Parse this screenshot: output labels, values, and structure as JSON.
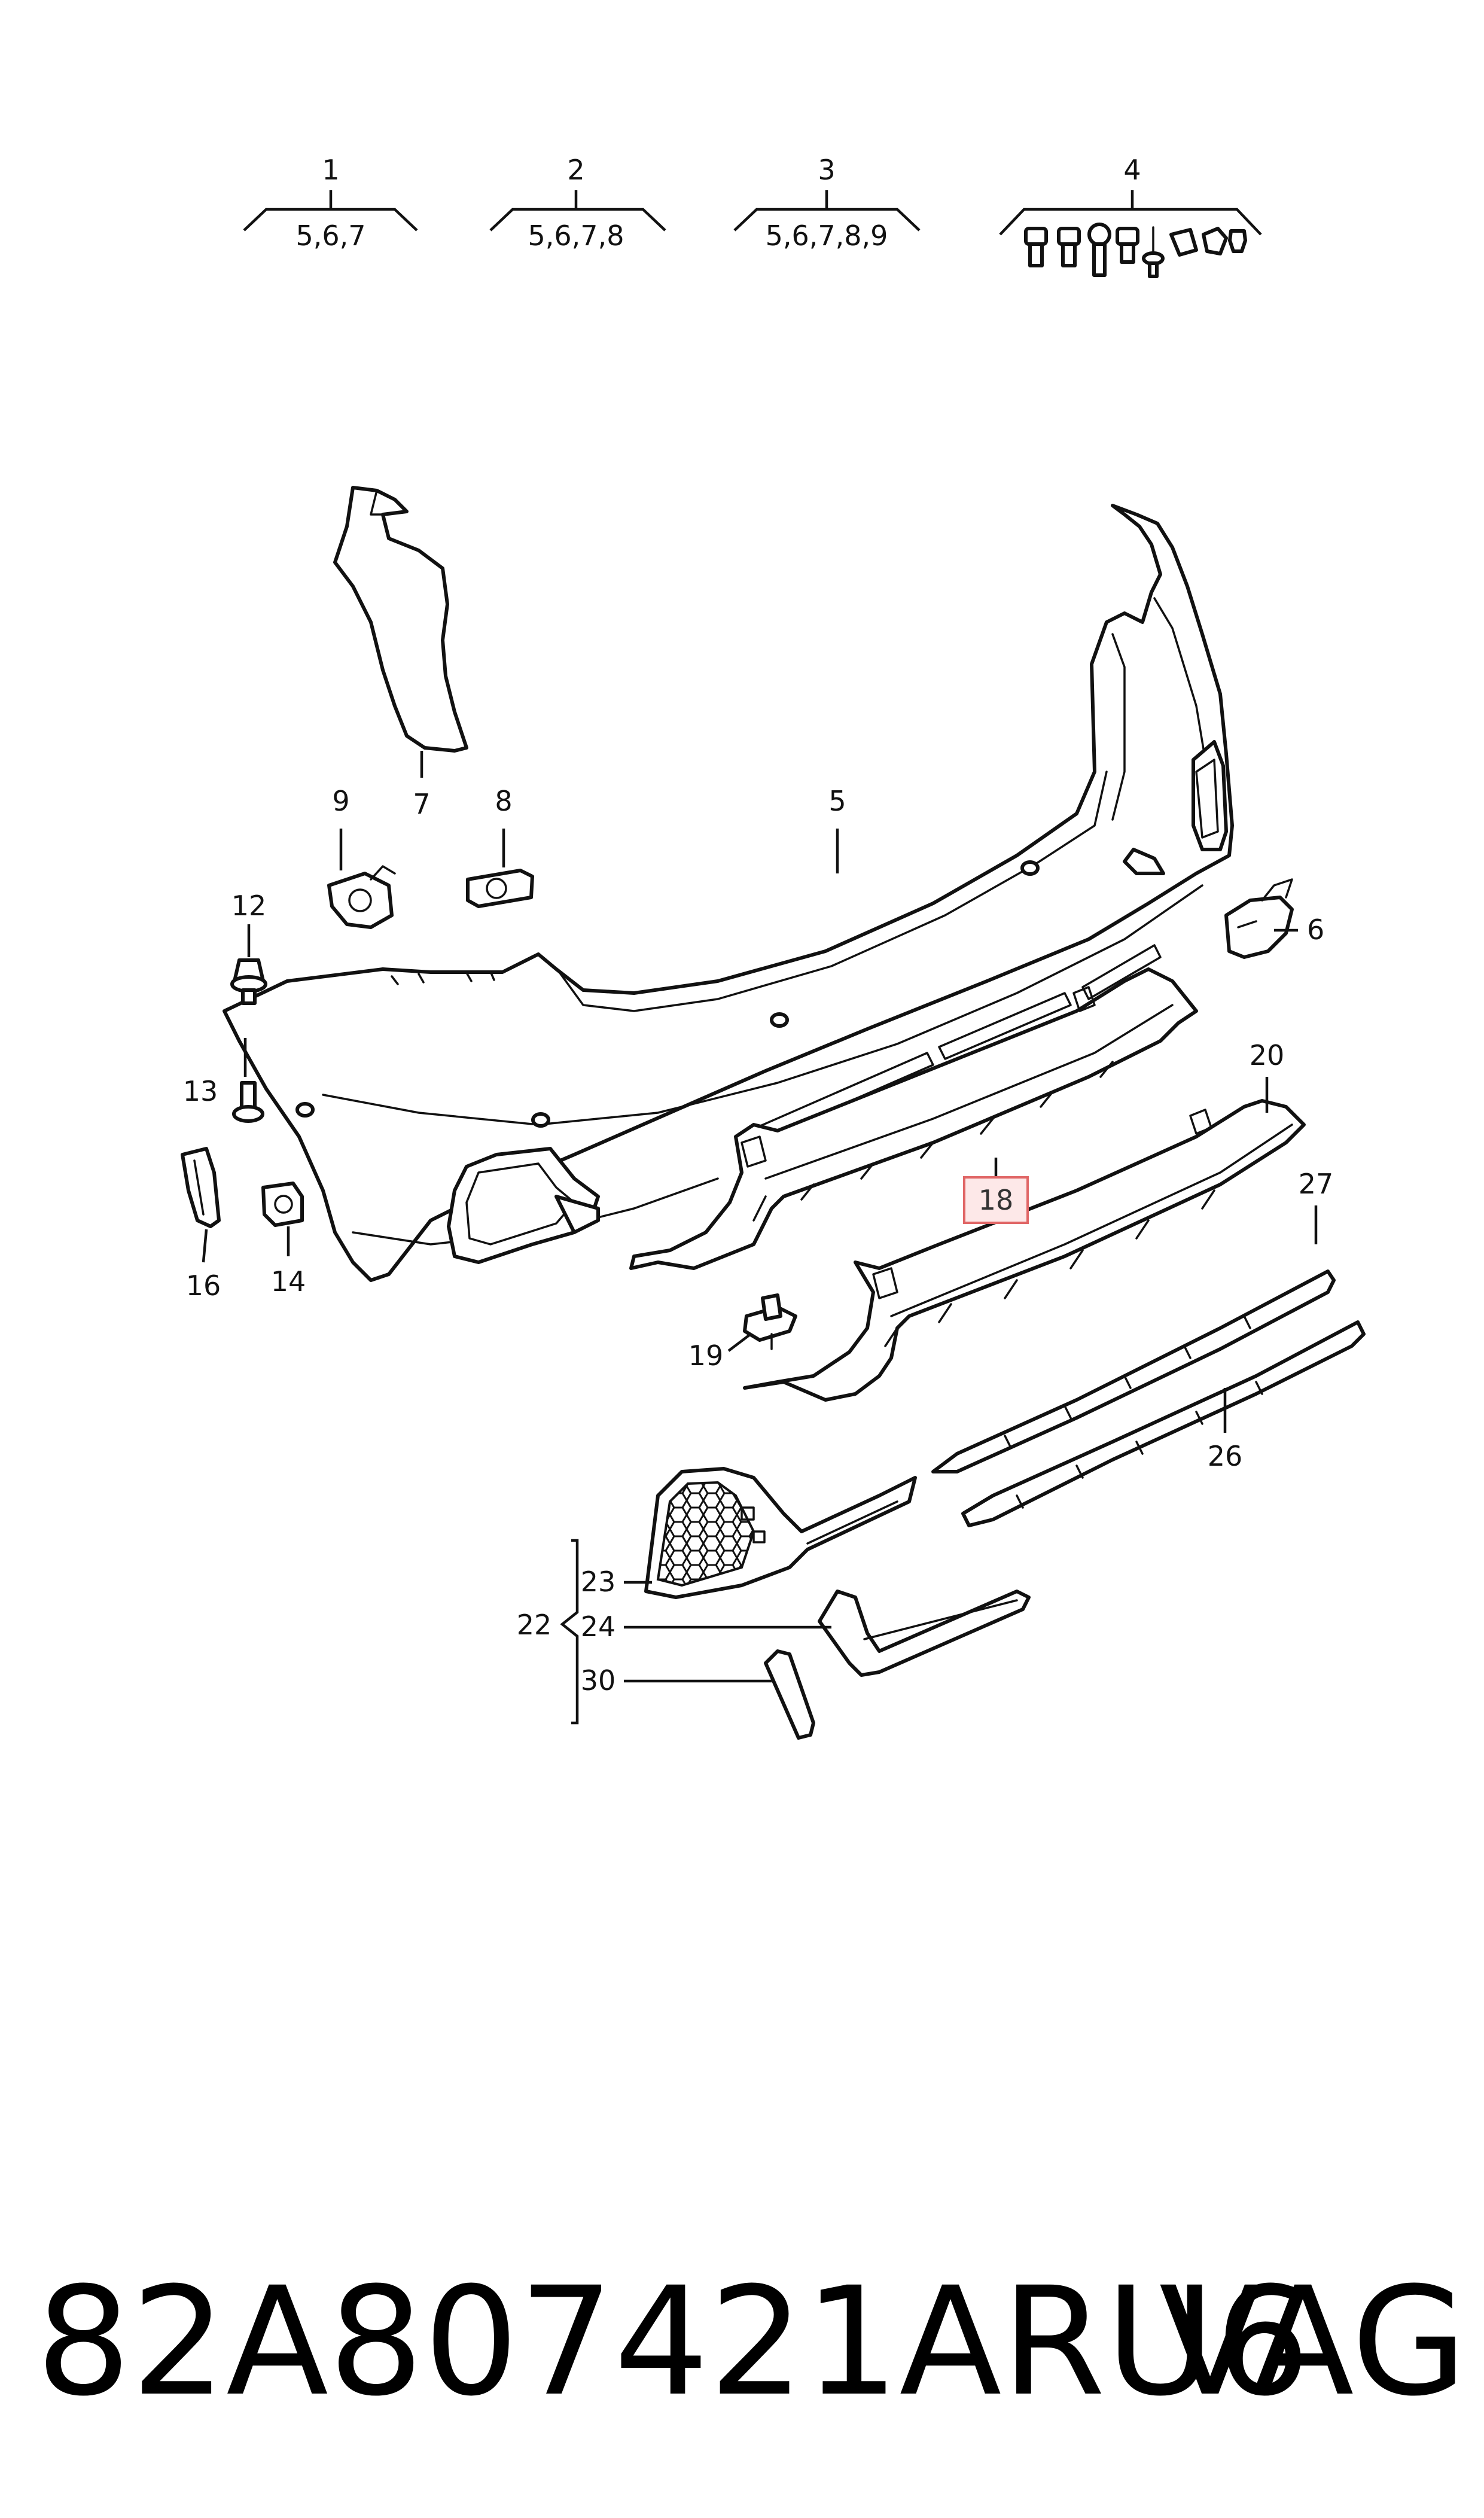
{
  "kit_groups": [
    {
      "number": "1",
      "contents": "5,6,7"
    },
    {
      "number": "2",
      "contents": "5,6,7,8"
    },
    {
      "number": "3",
      "contents": "5,6,7,8,9"
    },
    {
      "number": "4",
      "contents": ""
    }
  ],
  "callouts": {
    "c5": "5",
    "c6": "6",
    "c7": "7",
    "c8": "8",
    "c9": "9",
    "c12": "12",
    "c13": "13",
    "c14": "14",
    "c16": "16",
    "c18": "18",
    "c19": "19",
    "c20": "20",
    "c22": "22",
    "c23": "23",
    "c24": "24",
    "c26": "26",
    "c27": "27",
    "c30": "30"
  },
  "highlighted_part": "18",
  "footer": {
    "part_number": "82A807421ARU6",
    "brand": "VAG"
  },
  "colors": {
    "line": "#111111",
    "highlight_fill": "#fde8e8",
    "highlight_stroke": "#e06666"
  }
}
